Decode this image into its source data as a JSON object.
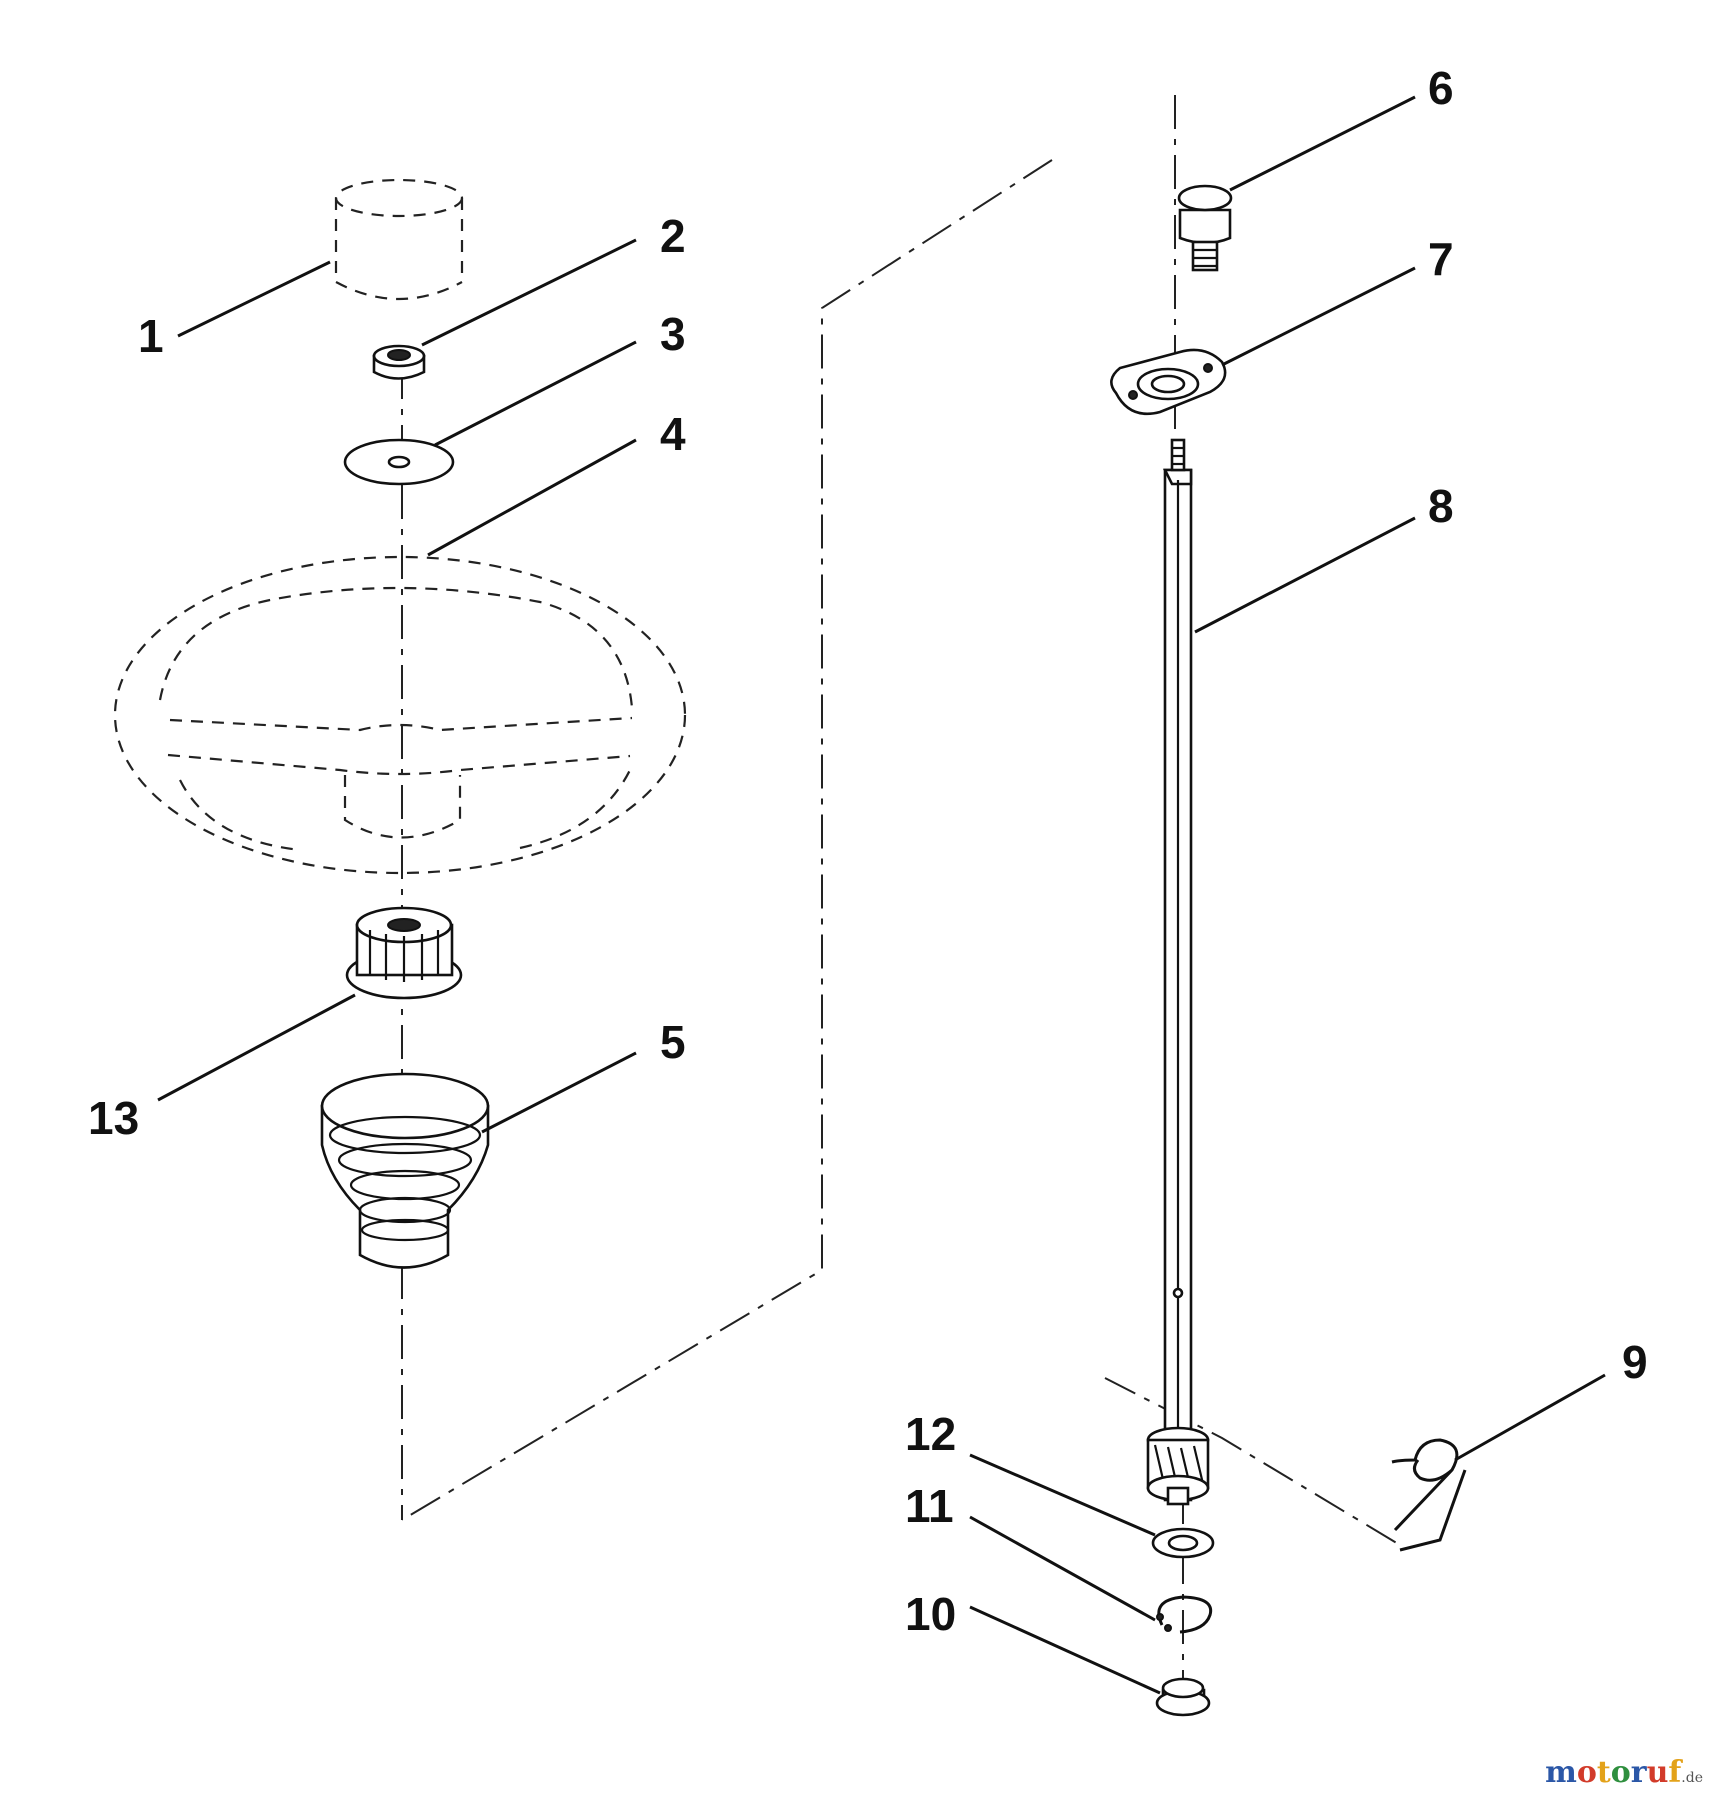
{
  "diagram": {
    "callouts": [
      {
        "num": "1",
        "part": "steering-wheel-cap"
      },
      {
        "num": "2",
        "part": "hex-nut"
      },
      {
        "num": "3",
        "part": "flat-washer"
      },
      {
        "num": "4",
        "part": "steering-wheel"
      },
      {
        "num": "5",
        "part": "steering-boot"
      },
      {
        "num": "6",
        "part": "hex-bolt"
      },
      {
        "num": "7",
        "part": "flange-bearing"
      },
      {
        "num": "8",
        "part": "steering-shaft"
      },
      {
        "num": "9",
        "part": "clip"
      },
      {
        "num": "10",
        "part": "bushing"
      },
      {
        "num": "11",
        "part": "retaining-ring"
      },
      {
        "num": "12",
        "part": "washer"
      },
      {
        "num": "13",
        "part": "steering-adapter"
      }
    ]
  },
  "watermark": {
    "brand": "motoruf",
    "tld": ".de",
    "colors": [
      "#2b57a7",
      "#d23b2a",
      "#e3a21a",
      "#2f8f3e",
      "#2b57a7",
      "#d23b2a",
      "#e3a21a"
    ]
  }
}
